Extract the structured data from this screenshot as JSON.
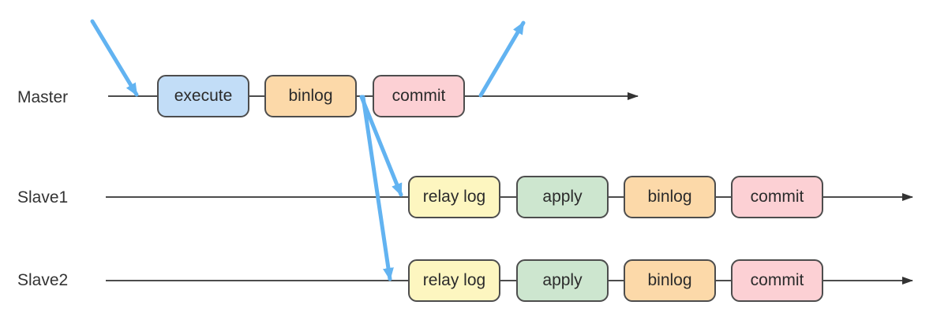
{
  "colors": {
    "line": "#333333",
    "flow_arrow": "#62b3f1",
    "execute": "#c2ddf7",
    "binlog": "#fcd9a9",
    "commit": "#fcd0d4",
    "relay_log": "#fdf6c0",
    "apply": "#cde6cf"
  },
  "lanes": {
    "master": {
      "label": "Master",
      "steps": [
        {
          "label": "execute",
          "color_key": "execute",
          "name": "execute"
        },
        {
          "label": "binlog",
          "color_key": "binlog",
          "name": "binlog"
        },
        {
          "label": "commit",
          "color_key": "commit",
          "name": "commit"
        }
      ]
    },
    "slave1": {
      "label": "Slave1",
      "steps": [
        {
          "label": "relay log",
          "color_key": "relay_log",
          "name": "relay-log"
        },
        {
          "label": "apply",
          "color_key": "apply",
          "name": "apply"
        },
        {
          "label": "binlog",
          "color_key": "binlog",
          "name": "binlog"
        },
        {
          "label": "commit",
          "color_key": "commit",
          "name": "commit"
        }
      ]
    },
    "slave2": {
      "label": "Slave2",
      "steps": [
        {
          "label": "relay log",
          "color_key": "relay_log",
          "name": "relay-log"
        },
        {
          "label": "apply",
          "color_key": "apply",
          "name": "apply"
        },
        {
          "label": "binlog",
          "color_key": "binlog",
          "name": "binlog"
        },
        {
          "label": "commit",
          "color_key": "commit",
          "name": "commit"
        }
      ]
    }
  }
}
